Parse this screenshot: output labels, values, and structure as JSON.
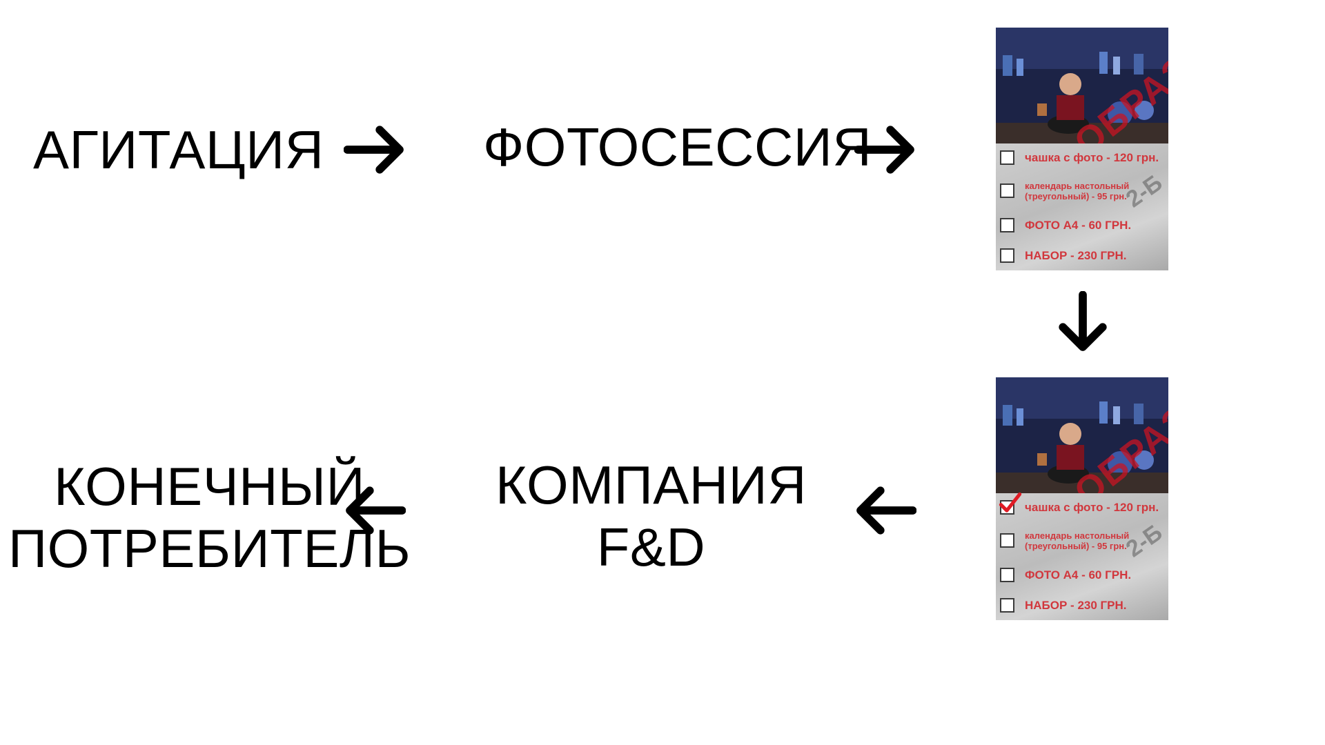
{
  "diagram": {
    "steps": {
      "agitation": "АГИТАЦИЯ",
      "photosession": "ФОТОСЕССИЯ",
      "company_line1": "КОМПАНИЯ",
      "company_line2": "F&D",
      "consumer_line1": "КОНЕЧНЫЙ",
      "consumer_line2": "ПОТРЕБИТЕЛЬ"
    },
    "arrows": [
      "right",
      "right",
      "down",
      "left",
      "left"
    ]
  },
  "order_cards": [
    {
      "stamp": "ОБРАЗЕЦ",
      "class_mark": "2-Б",
      "options": [
        {
          "label": "чашка с фото - 120 грн.",
          "checked": false
        },
        {
          "label_line1": "календарь настольный",
          "label_line2": "(треугольный) - 95 грн.",
          "checked": false
        },
        {
          "label": "ФОТО А4 - 60 ГРН.",
          "checked": false
        },
        {
          "label": "НАБОР - 230 ГРН.",
          "checked": false
        }
      ]
    },
    {
      "stamp": "ОБРАЗЕЦ",
      "class_mark": "2-Б",
      "options": [
        {
          "label": "чашка с фото - 120 грн.",
          "checked": true
        },
        {
          "label_line1": "календарь настольный",
          "label_line2": "(треугольный) - 95 грн.",
          "checked": false
        },
        {
          "label": "ФОТО А4 - 60 ГРН.",
          "checked": false
        },
        {
          "label": "НАБОР - 230 ГРН.",
          "checked": false
        }
      ]
    }
  ],
  "colors": {
    "text": "#000000",
    "option_text": "#d1373d",
    "check_mark": "#e01b24",
    "card_bg": "#bdbdbd"
  }
}
